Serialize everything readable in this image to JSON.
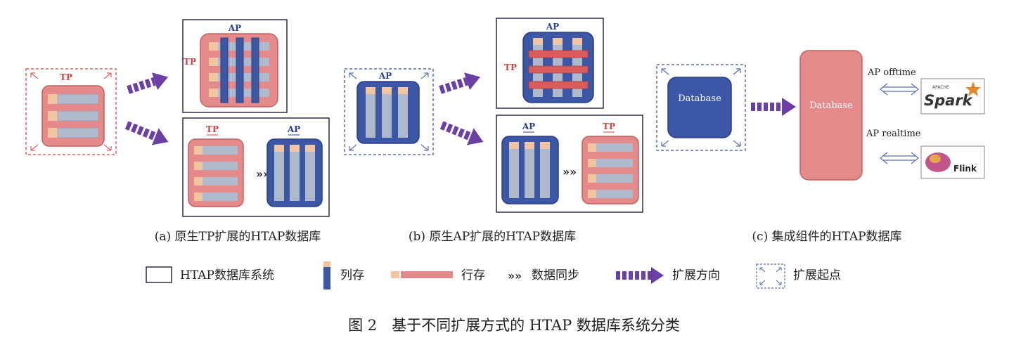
{
  "labels": {
    "tp": "TP",
    "ap": "AP",
    "database": "Database",
    "ap_offtime": "AP offtime",
    "ap_realtime": "AP realtime",
    "spark": "Spark",
    "spark_small": "APACHE",
    "flink": "Flink"
  },
  "captions": {
    "a": "(a) 原生TP扩展的HTAP数据库",
    "b": "(b) 原生AP扩展的HTAP数据库",
    "c": "(c) 集成组件的HTAP数据库"
  },
  "legend": {
    "system": "HTAP数据库系统",
    "column": "列存",
    "row": "行存",
    "sync": "数据同步",
    "direction": "扩展方向",
    "origin": "扩展起点"
  },
  "figure_title": "图 2　基于不同扩展方式的 HTAP 数据库系统分类",
  "colors": {
    "tp_fill": "#e48a8a",
    "tp_stroke": "#c04a4a",
    "ap_fill": "#3b57a6",
    "ap_stroke": "#2a3f85",
    "cell": "#aeb9cc",
    "cell_accent": "#f2c4a0",
    "arrow": "#6a3fa6",
    "frame": "#2c2c4a",
    "dash_red": "#e06060",
    "dash_blue": "#5a6fb0"
  }
}
